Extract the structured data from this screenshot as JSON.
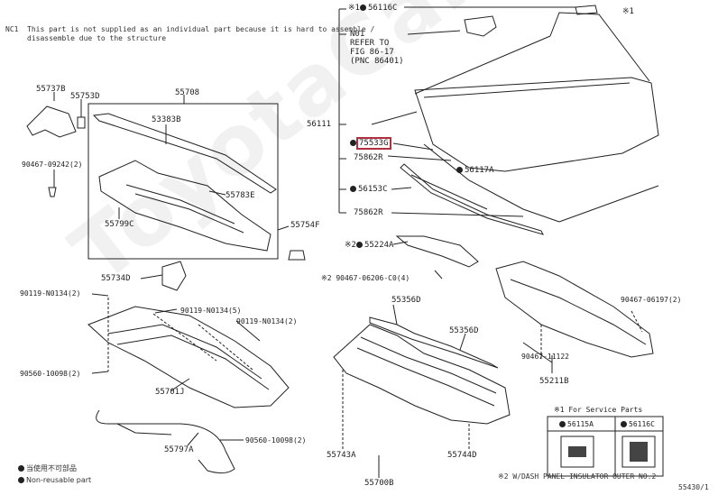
{
  "header_note": {
    "code": "NC1",
    "text_line1": "This part is not supplied as an individual part because it is hard to assemble /",
    "text_line2": "disassemble due to the structure"
  },
  "watermark": "ToyotaCarMine.ru",
  "parts": {
    "p55737B": "55737B",
    "p55753D": "55753D",
    "p55708": "55708",
    "p53383B": "53383B",
    "p90467_09242": "90467-09242(2)",
    "p55783E": "55783E",
    "p55799C": "55799C",
    "p55754F": "55754F",
    "p55734D": "55734D",
    "p90119_N0134_2a": "90119-N0134(2)",
    "p90119_N0134_5": "90119-N0134(5)",
    "p90119_N0134_2b": "90119-N0134(2)",
    "p90560_10098_2a": "90560-10098(2)",
    "p55701J": "55701J",
    "p55797A": "55797A",
    "p90560_10098_2b": "90560-10098(2)",
    "p56116C_top": "56116C",
    "p56116C_top_prefix": "※1",
    "p56116C_top_suffix": "※1",
    "p56111": "56111",
    "ref_n01": "N01",
    "ref_line1": "REFER TO",
    "ref_line2": "FIG 86-17",
    "ref_line3": "(PNC 86401)",
    "p75533G": "75533G",
    "p75862R_a": "75862R",
    "p56117A": "56117A",
    "p56153C": "56153C",
    "p75862R_b": "75862R",
    "p55224A": "55224A",
    "p55224A_prefix": "※2",
    "p90467_06206": "90467-06206-C0(4)",
    "p90467_06206_prefix": "※2",
    "p55356D_a": "55356D",
    "p55356D_b": "55356D",
    "p55743A": "55743A",
    "p55744D": "55744D",
    "p55700B": "55700B",
    "p90467_06197": "90467-06197(2)",
    "p90467_11122": "90467-11122",
    "p55211B": "55211B"
  },
  "service_parts": {
    "title": "※1 For Service Parts",
    "col1": "56115A",
    "col2": "56116C"
  },
  "legend": {
    "item1": "当使用不可部品",
    "item2": "Non-reusable part",
    "footnote": "※2 W/DASH PANEL INSULATOR OUTER NO.2",
    "figure_code": "55430/1"
  }
}
